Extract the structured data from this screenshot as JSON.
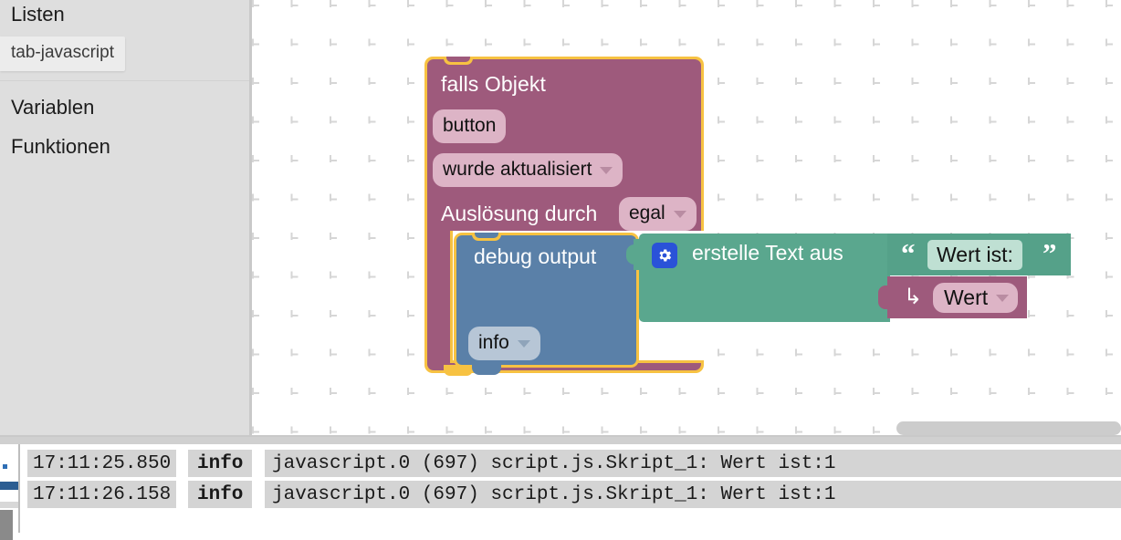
{
  "toolbox": {
    "categories": [
      {
        "label": "Listen"
      },
      {
        "label": "Variablen"
      },
      {
        "label": "Funktionen"
      }
    ],
    "tooltip": "tab-javascript"
  },
  "workspace": {
    "event_block": {
      "title": "falls Objekt",
      "object_field": "button",
      "condition_field": "wurde aktualisiert",
      "trigger_label": "Auslösung durch",
      "trigger_field": "egal"
    },
    "debug_block": {
      "title": "debug output",
      "severity_field": "info"
    },
    "text_join_block": {
      "gear_icon": "gear-icon",
      "title": "erstelle Text aus"
    },
    "string_block": {
      "quote_open": "“",
      "quote_close": "”",
      "value": "Wert ist:"
    },
    "variable_block": {
      "arrow_icon": "↳",
      "name": "Wert"
    }
  },
  "colors": {
    "event_purple": "#9e5a7c",
    "debug_blue": "#5a80a8",
    "text_green": "#5aa78e",
    "selection_yellow": "#f7c242",
    "gear_blue": "#2a52d8",
    "toolbox_bg": "#dedede"
  },
  "log": {
    "rows": [
      {
        "timestamp": "17:11:25.850",
        "level": "info",
        "message": "javascript.0 (697) script.js.Skript_1: Wert ist:1"
      },
      {
        "timestamp": "17:11:26.158",
        "level": "info",
        "message": "javascript.0 (697) script.js.Skript_1: Wert ist:1"
      }
    ]
  }
}
